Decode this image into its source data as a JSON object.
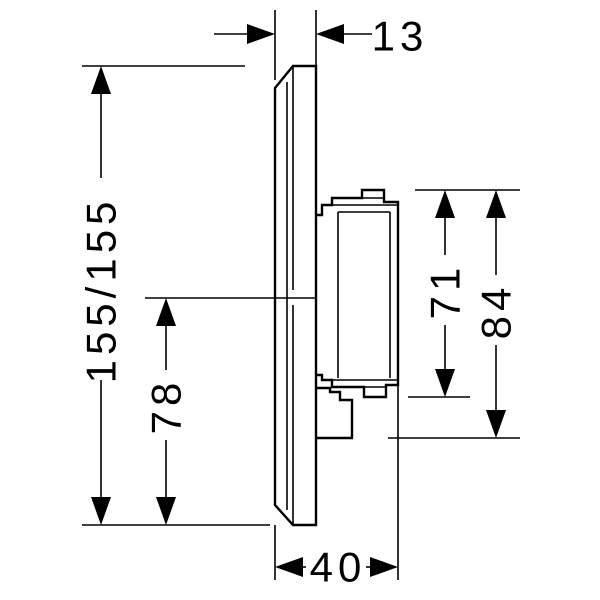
{
  "drawing": {
    "type": "technical-dimension-drawing",
    "view": "side",
    "line_color": "#000000",
    "background": "#ffffff"
  },
  "dimensions": {
    "height_total": "155/155",
    "height_lower": "78",
    "height_module": "71",
    "height_body": "84",
    "depth_plate": "13",
    "depth_total": "40"
  }
}
